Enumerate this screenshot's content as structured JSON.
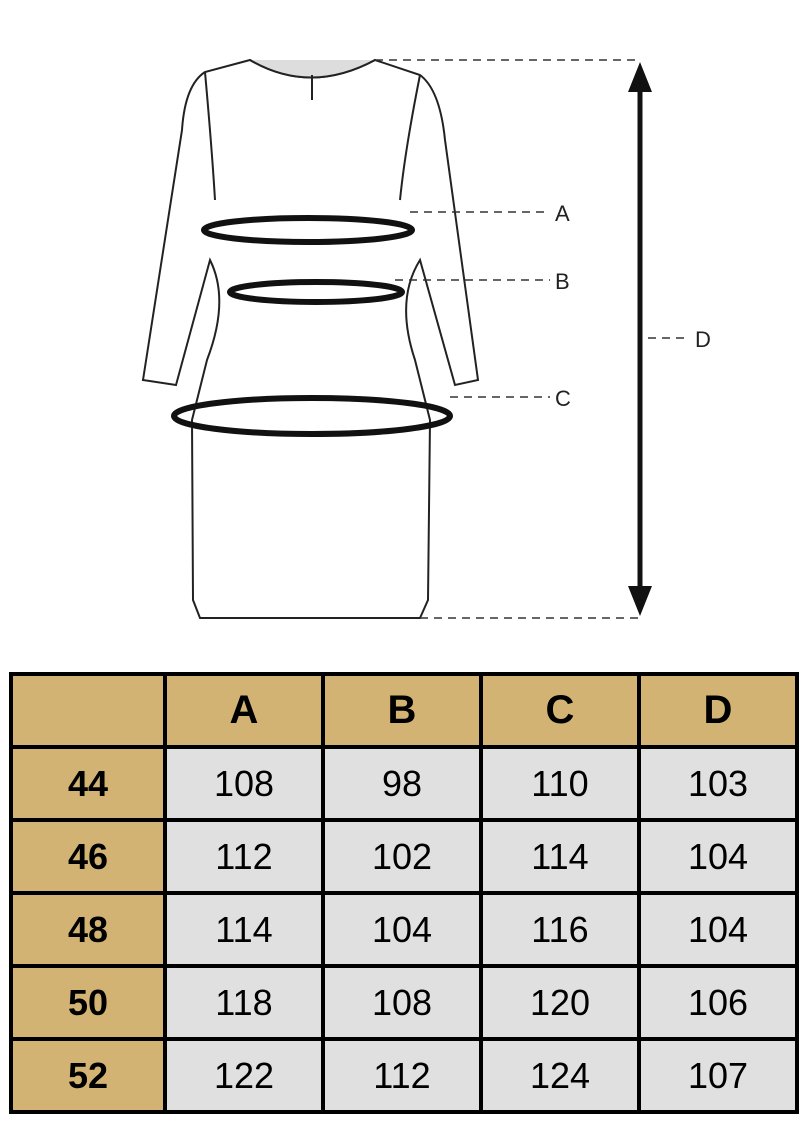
{
  "diagram": {
    "labels": [
      "A",
      "B",
      "C",
      "D"
    ]
  },
  "table": {
    "headers": [
      "",
      "A",
      "B",
      "C",
      "D"
    ],
    "rows": [
      {
        "size": "44",
        "values": [
          "108",
          "98",
          "110",
          "103"
        ]
      },
      {
        "size": "46",
        "values": [
          "112",
          "102",
          "114",
          "104"
        ]
      },
      {
        "size": "48",
        "values": [
          "114",
          "104",
          "116",
          "104"
        ]
      },
      {
        "size": "50",
        "values": [
          "118",
          "108",
          "120",
          "106"
        ]
      },
      {
        "size": "52",
        "values": [
          "122",
          "112",
          "124",
          "107"
        ]
      }
    ]
  },
  "colors": {
    "header": "#d2b374",
    "cell": "#e0e0e0"
  }
}
